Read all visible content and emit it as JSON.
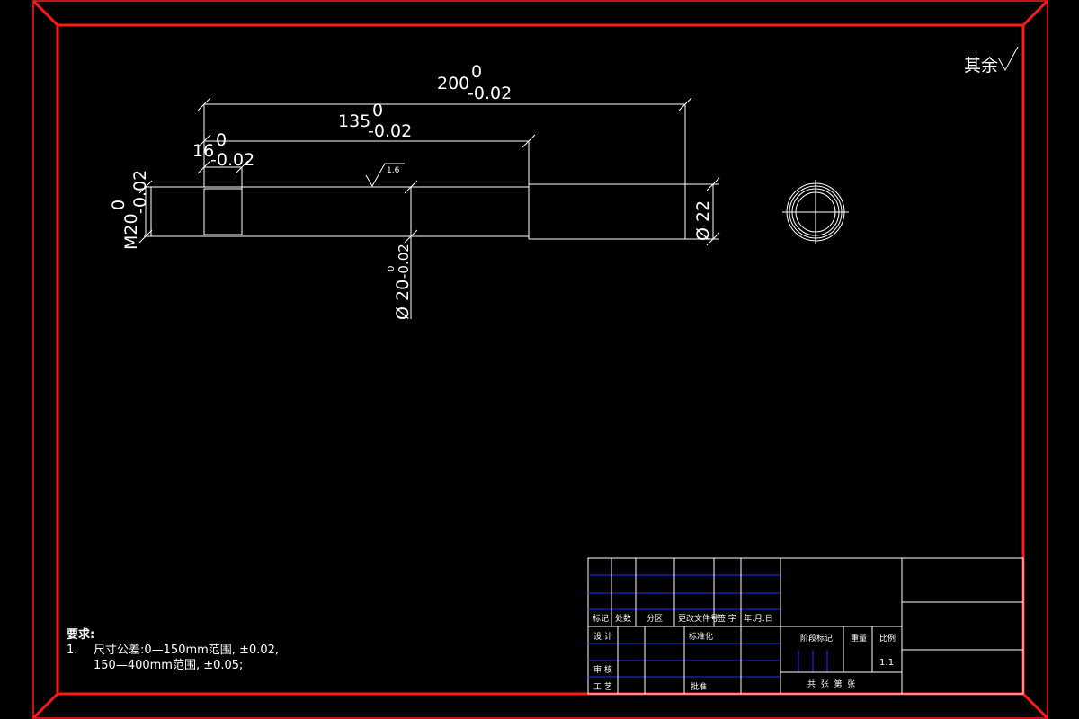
{
  "dimensions": {
    "overall_length": {
      "nominal": "200",
      "upper": "0",
      "lower": "-0.02"
    },
    "step_length": {
      "nominal": "135",
      "upper": "0",
      "lower": "-0.02"
    },
    "groove_length": {
      "nominal": "16",
      "upper": "0",
      "lower": "-0.02"
    },
    "thread": {
      "nominal": "M20",
      "upper": "0",
      "lower": "-0.02"
    },
    "middle_diameter": {
      "nominal": "Ø 20",
      "upper": "0",
      "lower": "-0.02"
    },
    "end_diameter": "Ø 22",
    "roughness_value": "1.6",
    "other_roughness": "其余"
  },
  "requirements": {
    "title": "要求:",
    "item_no": "1.",
    "line1": "尺寸公差:0—150mm范围, ±0.02,",
    "line2": "150—400mm范围, ±0.05;"
  },
  "title_block": {
    "header": [
      "标记",
      "处数",
      "分区",
      "更改文件号",
      "签 字",
      "年.月.日"
    ],
    "design": "设 计",
    "standardize": "标准化",
    "review": "审 核",
    "process": "工 艺",
    "approve": "批准",
    "stage_mark": "阶段标记",
    "weight": "重量",
    "scale_label": "比例",
    "scale": "1:1",
    "sheets": "共  张  第  张"
  },
  "colors": {
    "frame": "#ff1a1a",
    "lines": "#ffffff",
    "grid": "#2a2aff"
  }
}
